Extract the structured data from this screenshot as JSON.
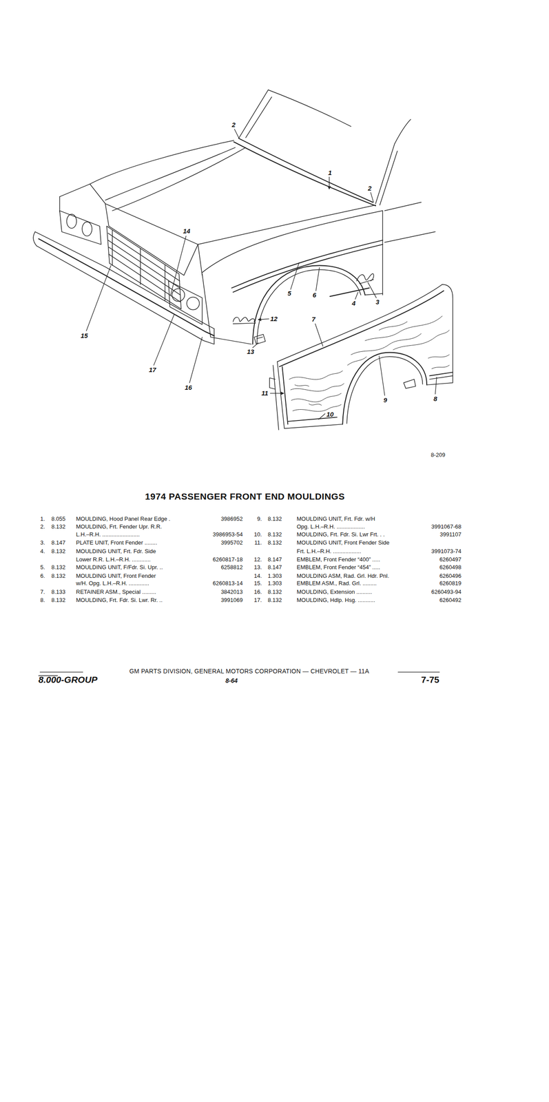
{
  "diagram": {
    "title": "1974 PASSENGER FRONT END MOULDINGS",
    "labels": [
      "2",
      "1",
      "2",
      "14",
      "5",
      "6",
      "4",
      "3",
      "12",
      "7",
      "15",
      "13",
      "17",
      "16",
      "9",
      "8",
      "11",
      "10",
      "8-209",
      "1.",
      "8.055",
      "MOULDING, Hood Panel Rear Edge .",
      "3986952",
      "2.",
      "8.132",
      "MOULDING, Frt. Fender Upr. R.R.",
      "L.H.–R.H. ........................",
      "3986953-54",
      "3.",
      "8.147",
      "PLATE UNIT, Front Fender ........",
      "3995702",
      "4.",
      "8.132",
      "MOULDING UNIT, Frt. Fdr. Side",
      "Lower R.R. L.H.–R.H. ............",
      "6260817-18",
      "5.",
      "8.132",
      "MOULDING UNIT, F/Fdr. Si. Upr. ..",
      "6258812",
      "6.",
      "8.132",
      "MOULDING UNIT, Front Fender",
      "w/H. Opg. L.H.–R.H. .............",
      "6260813-14",
      "7.",
      "8.133",
      "RETAINER ASM., Special .........",
      "3842013",
      "8.",
      "8.132",
      "MOULDING, Frt. Fdr. Si. Lwr. Rr. ..",
      "3991069",
      "9.",
      "8.132",
      "MOULDING UNIT, Frt. Fdr. w/H",
      "Opg. L.H.–R.H. ..................",
      "3991067-68",
      "10.",
      "8.132",
      "MOULDING, Frt. Fdr. Si. Lwr Frt. . .",
      "3991107",
      "11.",
      "8.132",
      "MOULDING UNIT, Front Fender Side",
      "Frt. L.H.–R.H. ..................",
      "3991073-74",
      "12.",
      "8.147",
      "EMBLEM, Front Fender “400” .....",
      "6260497",
      "13.",
      "8.147",
      "EMBLEM, Front Fender “454” .....",
      "6260498",
      "14.",
      "1.303",
      "MOULDING ASM, Rad. Grl. Hdr. Pnl.",
      "6260496",
      "15.",
      "1.303",
      "EMBLEM ASM., Rad. Grl. .........",
      "6260819",
      "16.",
      "8.132",
      "MOULDING, Extension ..........",
      "6260493-94",
      "17.",
      "8.132",
      "MOULDING, Hdlp. Hsg. ...........",
      "6260492",
      "GM PARTS DIVISION, GENERAL MOTORS CORPORATION — CHEVROLET — 11A",
      "8.000-GROUP",
      "8-64",
      "7-75"
    ]
  }
}
